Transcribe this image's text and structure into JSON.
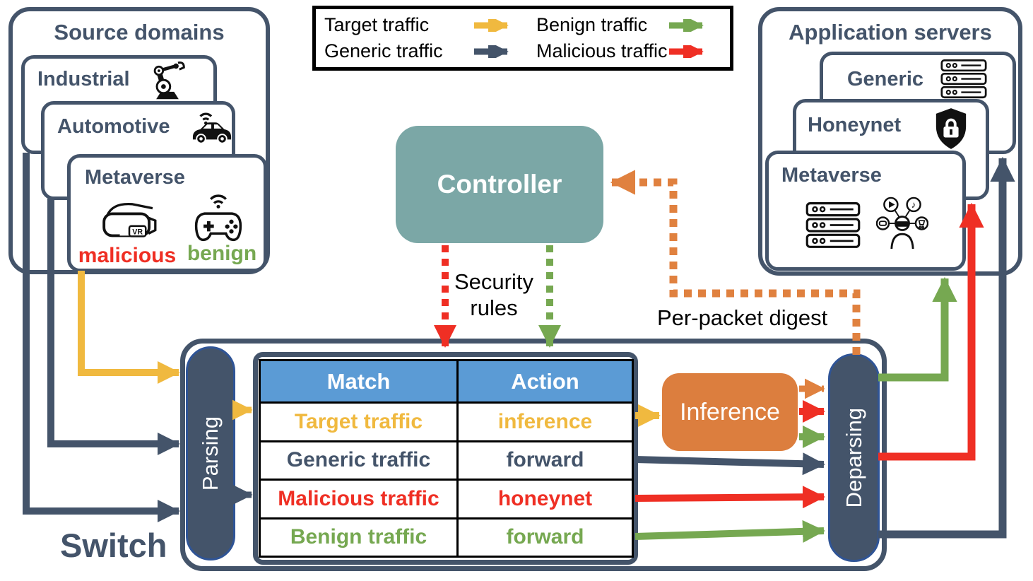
{
  "source_domains": {
    "title": "Source domains",
    "cards": [
      {
        "label": "Industrial",
        "icon": "robot-arm-icon"
      },
      {
        "label": "Automotive",
        "icon": "connected-car-icon"
      },
      {
        "label": "Metaverse",
        "icons": "vr-headset-icon, game-controller-icon",
        "vr_badge": "VR",
        "traffic_labels": {
          "malicious": "malicious",
          "benign": "benign"
        }
      }
    ]
  },
  "legend": {
    "items": [
      {
        "label": "Target traffic",
        "color": "#F0B93F"
      },
      {
        "label": "Generic traffic",
        "color": "#44546A"
      },
      {
        "label": "Benign traffic",
        "color": "#76A851"
      },
      {
        "label": "Malicious traffic",
        "color": "#EF2F24"
      }
    ]
  },
  "application_servers": {
    "title": "Application servers",
    "cards": [
      {
        "label": "Generic",
        "icon": "server-stack-icon"
      },
      {
        "label": "Honeynet",
        "icon": "shield-lock-icon"
      },
      {
        "label": "Metaverse",
        "icons": "server-stack-icon, metaverse-user-icon"
      }
    ]
  },
  "controller": {
    "label": "Controller"
  },
  "annotations": {
    "security_rules": "Security rules",
    "per_packet_digest": "Per-packet digest"
  },
  "switch": {
    "label": "Switch",
    "parsing_label": "Parsing",
    "deparsing_label": "Deparsing",
    "inference_label": "Inference",
    "table": {
      "headers": [
        "Match",
        "Action"
      ],
      "rows": [
        {
          "match": "Target traffic",
          "action": "inference",
          "color": "#F0B93F"
        },
        {
          "match": "Generic traffic",
          "action": "forward",
          "color": "#44546A"
        },
        {
          "match": "Malicious traffic",
          "action": "honeynet",
          "color": "#EF2F24"
        },
        {
          "match": "Benign traffic",
          "action": "forward",
          "color": "#76A851"
        }
      ]
    }
  },
  "colors": {
    "target_traffic": "#F0B93F",
    "generic_traffic": "#44546A",
    "benign_traffic": "#76A851",
    "malicious_traffic": "#EF2F24",
    "control_plane_digest": "#E0813F",
    "controller_fill": "#7BA7A6",
    "inference_fill": "#DC7E3E",
    "table_header_fill": "#5B9BD5",
    "outline": "#44546A"
  }
}
